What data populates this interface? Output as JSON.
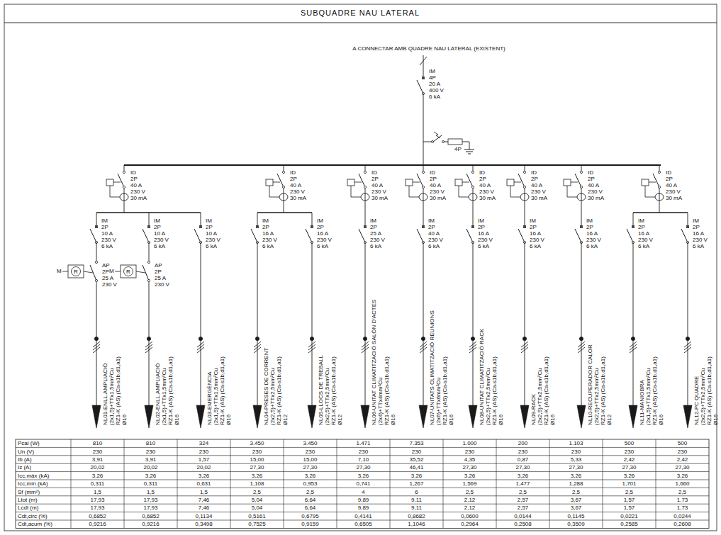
{
  "diagram": {
    "title": "SUBQUADRE NAU LATERAL",
    "labels": [
      "A CONNECTAR AMB QUADRE NAU LATERAL (EXISTENT)",
      "IM",
      "4P",
      "20 A",
      "400 V",
      "6 kA",
      "4P",
      "ID",
      "2P",
      "40 A",
      "230 V",
      "30 mA",
      "ID",
      "2P",
      "40 A",
      "230 V",
      "30 mA",
      "ID",
      "2P",
      "40 A",
      "230 V",
      "30 mA",
      "ID",
      "2P",
      "40 A",
      "230 V",
      "30 mA",
      "ID",
      "2P",
      "40 A",
      "230 V",
      "30 mA",
      "ID",
      "2P",
      "40 A",
      "230 V",
      "30 mA",
      "ID",
      "2P",
      "40 A",
      "230 V",
      "30 mA",
      "ID",
      "2P",
      "40 A",
      "230 V",
      "30 mA",
      "IM",
      "2P",
      "10 A",
      "230 V",
      "6 kA",
      "IM",
      "2P",
      "10 A",
      "230 V",
      "6 kA",
      "IM",
      "2P",
      "10 A",
      "230 V",
      "6 kA",
      "IM",
      "2P",
      "16 A",
      "230 V",
      "6 kA",
      "IM",
      "2P",
      "16 A",
      "230 V",
      "6 kA",
      "IM",
      "2P",
      "25 A",
      "230 V",
      "6 kA",
      "IM",
      "2P",
      "40 A",
      "230 V",
      "6 kA",
      "IM",
      "2P",
      "16 A",
      "230 V",
      "6 kA",
      "IM",
      "2P",
      "16 A",
      "230 V",
      "6 kA",
      "IM",
      "2P",
      "16 A",
      "230 V",
      "6 kA",
      "IM",
      "2P",
      "16 A",
      "230 V",
      "6 kA",
      "IM",
      "2P",
      "16 A",
      "230 V",
      "6 kA",
      "M",
      "R",
      "AP",
      "2P",
      "25 A",
      "230 V",
      "M",
      "R",
      "AP",
      "2P",
      "25 A",
      "230 V",
      "NL01-ENLL.AMPLIACIÓ",
      "(2x1,5)+TTx1,5mm²Cu",
      "RZ1-K (AS) (Ca-s1b,d1,a1)",
      "Ø16",
      "NL02-ENLL.AMPLIACIÓ",
      "(2x1,5)+TTx1,5mm²Cu",
      "RZ1-K (AS) (Ca-s1b,d1,a1)",
      "Ø16",
      "NL03-EMERGÈNCIA",
      "(2x1,5)+TTx1,5mm²Cu",
      "RZ1-K (AS) (Ca-s1b,d1,a1)",
      "Ø16",
      "NL04-PRESES DE CORRENT",
      "(2x2,5)+TTx2,5mm²Cu",
      "RZ1-K (AS) (Ca-s1b,d1,a1)",
      "Ø12",
      "NL05-LLOCS DE TREBALL",
      "(2x2,5)+TTx2,5mm²Cu",
      "RZ1-K (AS) (Ca-s1b,d1,a1)",
      "Ø12",
      "NL06-UNITAT CLIMATITZACIÓ SALÓN D'ACTES",
      "(2x4)+TTx4mm²Cu",
      "RZ1-K (AS) (Ca-s1b,d1,a1)",
      "Ø16",
      "NL07-UNITATS CLIMATITZACIÓ REUNIONS",
      "(2x6)+TTx6mm²Cu",
      "RZ1-K (AS) (Ca-s1b,d1,a1)",
      "Ø16",
      "NL08-UNITAT CLIMATITZACIÓ RACK",
      "(2x2,5)+TTx2,5mm²Cu",
      "RZ1-K (AS) (Ca-s1b,d1,a1)",
      "Ø16",
      "NL09-RACK",
      "(2x2,5)+TTx2,5mm²Cu",
      "RZ1-K (AS) (Ca-s1b,d1,a1)",
      "Ø16",
      "NL10-RECUPERADOR CALOR",
      "(2x2,5)+TTx2,5mm²Cu",
      "RZ1-K (AS) (Ca-s1b,d1,a1)",
      "Ø12",
      "NL11-MANIOBRA",
      "(2x1,5)+TTx1,5mm²Cu",
      "RZ1-K (AS) (Ca-s1b,d1,a1)",
      "Ø16",
      "NL12-PC QUADRE",
      "(2x2,5)+TTx2,5mm²Cu",
      "RZ1-K (AS) (Ca-s1b,d1,a1)",
      "Ø16",
      "Pcal (W)",
      "810",
      "810",
      "324",
      "3.450",
      "3.450",
      "1.471",
      "7.353",
      "1.000",
      "200",
      "1.103",
      "500",
      "500",
      "Un (V)",
      "230",
      "230",
      "230",
      "230",
      "230",
      "230",
      "230",
      "230",
      "230",
      "230",
      "230",
      "230",
      "Ib (A)",
      "3,91",
      "3,91",
      "1,57",
      "15,00",
      "15,00",
      "7,10",
      "35,52",
      "4,35",
      "0,87",
      "5,33",
      "2,42",
      "2,42",
      "Iz (A)",
      "20,02",
      "20,02",
      "20,02",
      "27,30",
      "27,30",
      "27,30",
      "46,41",
      "27,30",
      "27,30",
      "27,30",
      "27,30",
      "27,30",
      "Icc,máx (kA)",
      "3,26",
      "3,26",
      "3,26",
      "3,26",
      "3,26",
      "3,26",
      "3,26",
      "3,26",
      "3,26",
      "3,26",
      "3,26",
      "3,26",
      "Icc,mín (kA)",
      "0,311",
      "0,311",
      "0,631",
      "1,108",
      "0,953",
      "0,741",
      "1,267",
      "1,569",
      "1,477",
      "1,288",
      "1,701",
      "1,660",
      "Sf (mm²)",
      "1,5",
      "1,5",
      "1,5",
      "2,5",
      "2,5",
      "4",
      "6",
      "2,5",
      "2,5",
      "2,5",
      "2,5",
      "2,5",
      "Ltot (m)",
      "17,93",
      "17,93",
      "7,46",
      "5,04",
      "6,64",
      "9,89",
      "9,11",
      "2,12",
      "2,57",
      "3,67",
      "1,57",
      "1,73",
      "Lcdt (m)",
      "17,93",
      "17,93",
      "7,46",
      "5,04",
      "6,64",
      "9,89",
      "9,11",
      "2,12",
      "2,57",
      "3,67",
      "1,57",
      "1,73",
      "Cdt,circ (%)",
      "0,6852",
      "0,6852",
      "0,1134",
      "0,5161",
      "0,6795",
      "0,4141",
      "0,8682",
      "0,0600",
      "0,0144",
      "0,1145",
      "0,0221",
      "0,0244",
      "Cdt,acum (%)",
      "0,9216",
      "0,9216",
      "0,3498",
      "0,7525",
      "0,9159",
      "0,6505",
      "1,1046",
      "0,2964",
      "0,2508",
      "0,3509",
      "0,2585",
      "0,2608"
    ]
  }
}
